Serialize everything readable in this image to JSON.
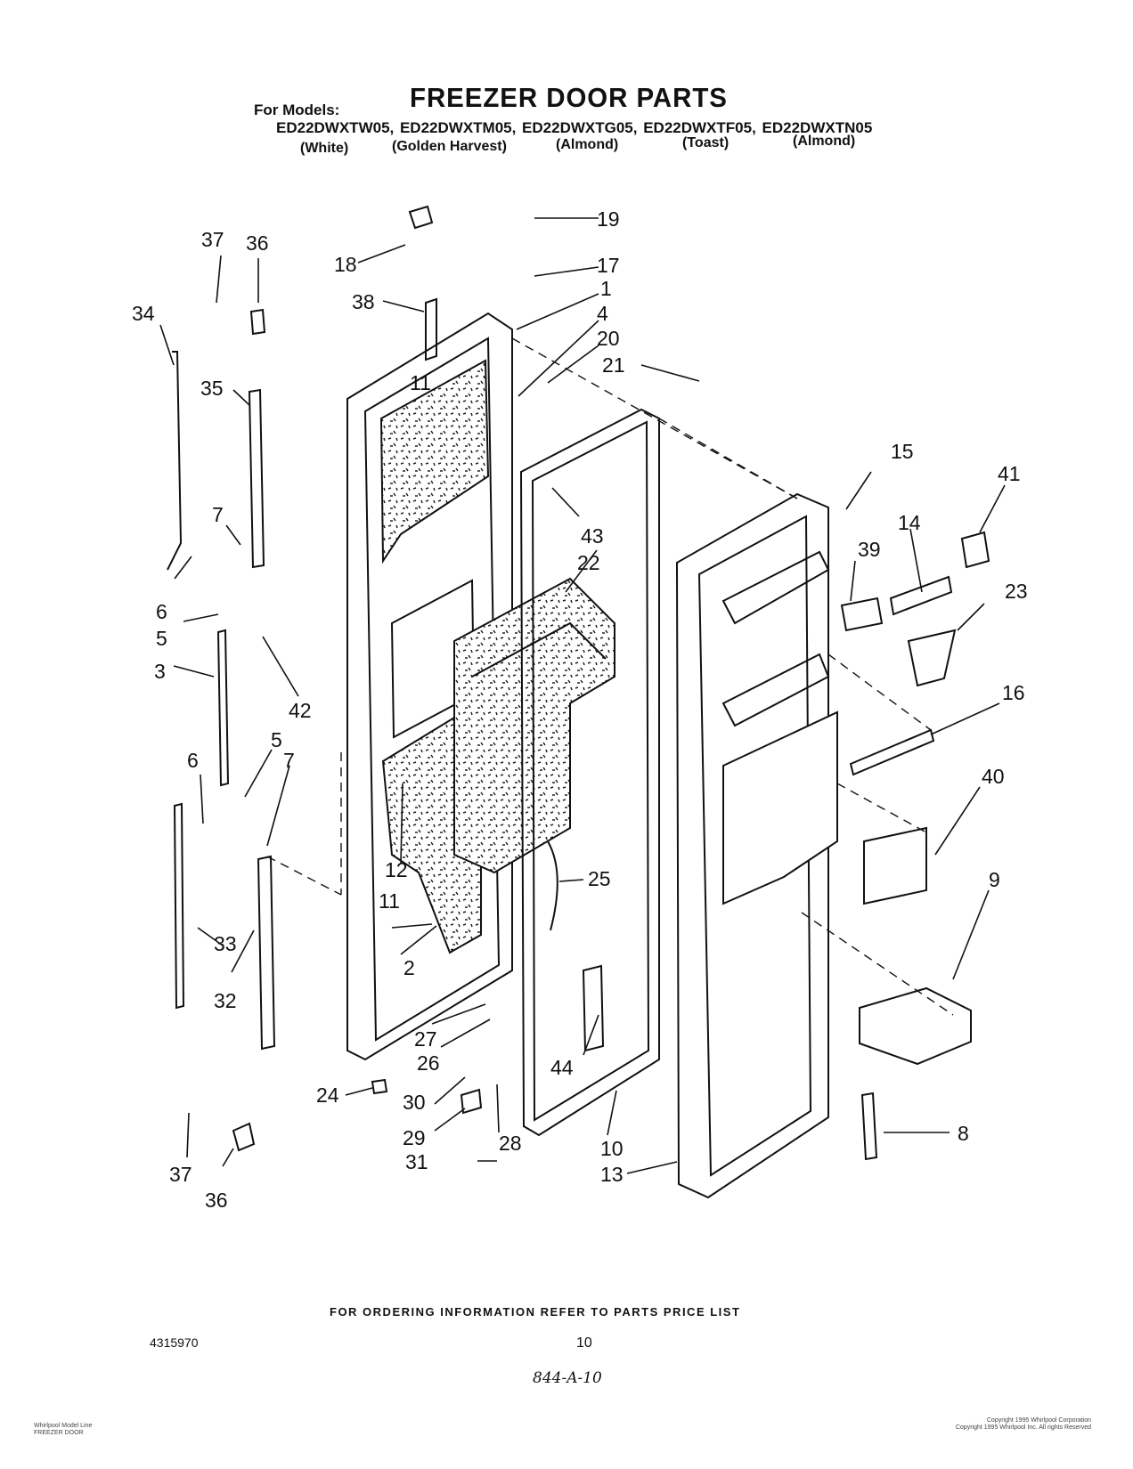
{
  "header": {
    "for_models": "For Models:",
    "title": "FREEZER DOOR PARTS",
    "models_line": "ED22DWXTW05, ED22DWXTM05, ED22DWXTG05, ED22DWXTF05, ED22DWXTN05",
    "colors": [
      "(White)",
      "(Golden Harvest)",
      "(Almond)",
      "(Toast)",
      "(Almond)"
    ]
  },
  "callouts": [
    "1",
    "2",
    "3",
    "4",
    "5",
    "5",
    "6",
    "6",
    "7",
    "7",
    "8",
    "9",
    "10",
    "11",
    "11",
    "12",
    "13",
    "14",
    "15",
    "16",
    "17",
    "18",
    "19",
    "20",
    "21",
    "22",
    "23",
    "24",
    "25",
    "26",
    "27",
    "28",
    "29",
    "30",
    "31",
    "32",
    "33",
    "34",
    "35",
    "36",
    "36",
    "37",
    "37",
    "38",
    "39",
    "40",
    "41",
    "42",
    "43",
    "44"
  ],
  "footer": {
    "ordering_note": "FOR ORDERING INFORMATION REFER TO PARTS PRICE LIST",
    "doc_number": "4315970",
    "page_number": "10",
    "handwritten_code": "844-A-10",
    "fine_print_left": "Whirlpool Model Line\nFREEZER DOOR",
    "fine_print_right": "Copyright 1995 Whirlpool Corporation\nCopyright 1995 Whirlpool Inc. All rights Reserved"
  }
}
